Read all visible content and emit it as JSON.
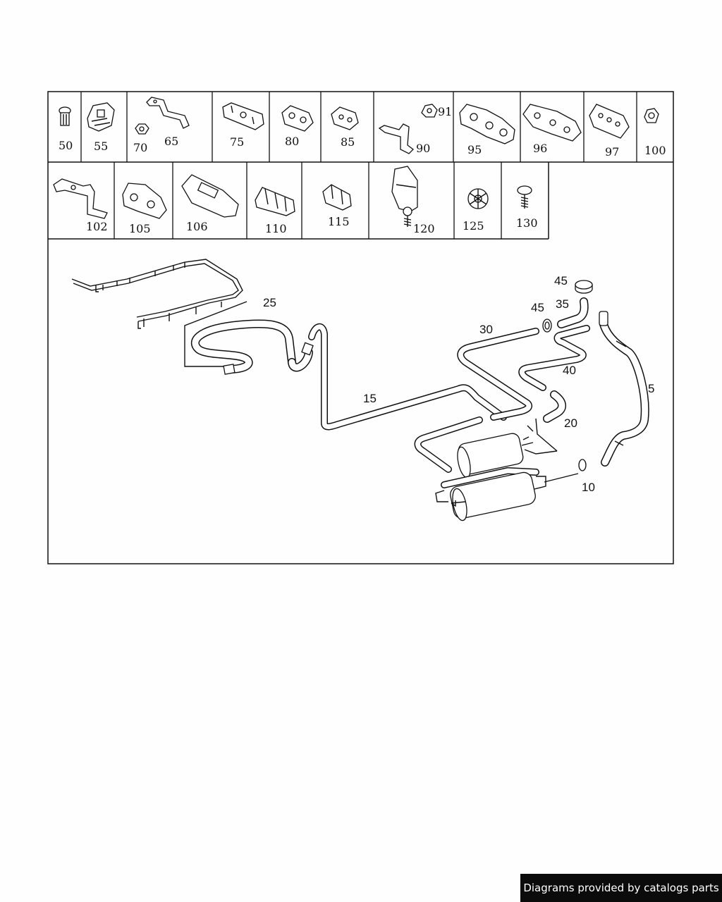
{
  "parts_row1": [
    "50",
    "55",
    "70",
    "65",
    "75",
    "80",
    "85",
    "90",
    "91",
    "95",
    "96",
    "97",
    "100"
  ],
  "parts_row2": [
    "102",
    "105",
    "106",
    "110",
    "115",
    "120",
    "125",
    "130"
  ],
  "main_labels": {
    "l25": "25",
    "l15": "15",
    "l30": "30",
    "l45a": "45",
    "l45b": "45",
    "l35": "35",
    "l40": "40",
    "l20": "20",
    "l5": "5",
    "l10": "10"
  },
  "footer": {
    "credit": "Diagrams provided by catalogs parts"
  }
}
